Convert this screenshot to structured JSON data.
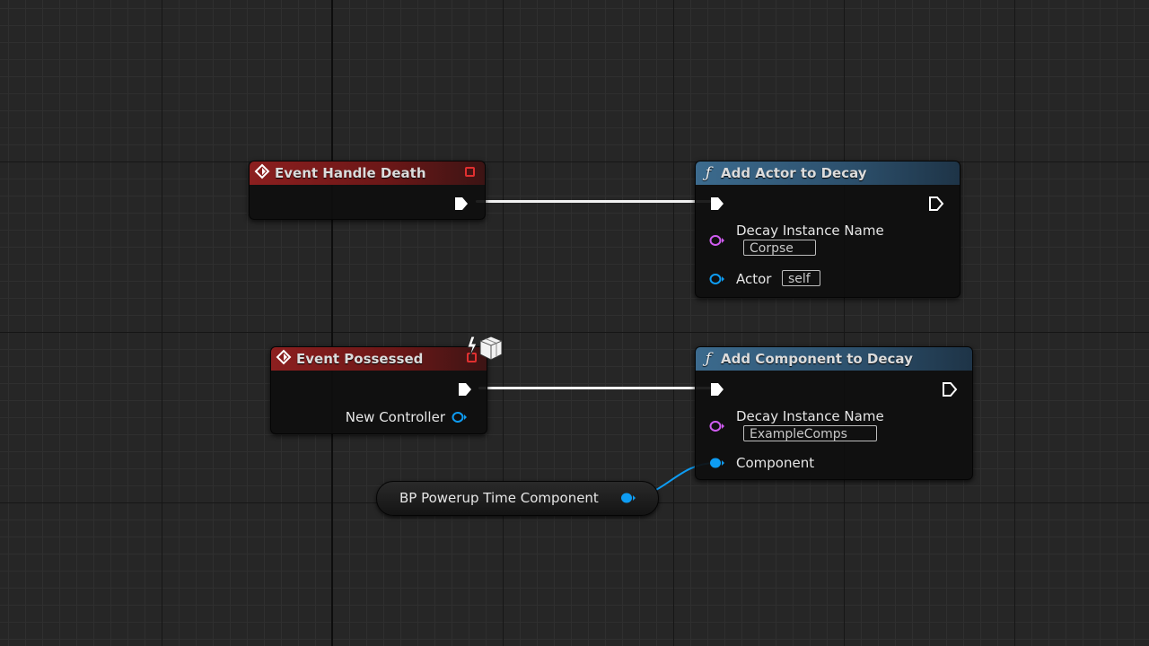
{
  "graph": {
    "colors": {
      "exec_pin": "#ffffff",
      "string_pin": "#cf5cf0",
      "object_pin": "#0e9cf2",
      "event_header": "#8c1f1f",
      "function_header": "#3c6b8e"
    },
    "nodes": {
      "event_handle_death": {
        "title": "Event Handle Death",
        "icon": "event-diamond-icon"
      },
      "event_possessed": {
        "title": "Event Possessed",
        "icon": "event-diamond-icon",
        "output_label": "New Controller",
        "badge_icon": "replicated-cube-icon"
      },
      "add_actor_to_decay": {
        "title": "Add Actor to Decay",
        "icon": "function-icon",
        "pin1_label": "Decay Instance Name",
        "pin1_value": "Corpse",
        "pin2_label": "Actor",
        "pin2_value": "self"
      },
      "add_component_to_decay": {
        "title": "Add Component to Decay",
        "icon": "function-icon",
        "pin1_label": "Decay Instance Name",
        "pin1_value": "ExampleComps",
        "pin2_label": "Component"
      },
      "variable_node": {
        "label": "BP Powerup Time Component"
      }
    }
  }
}
